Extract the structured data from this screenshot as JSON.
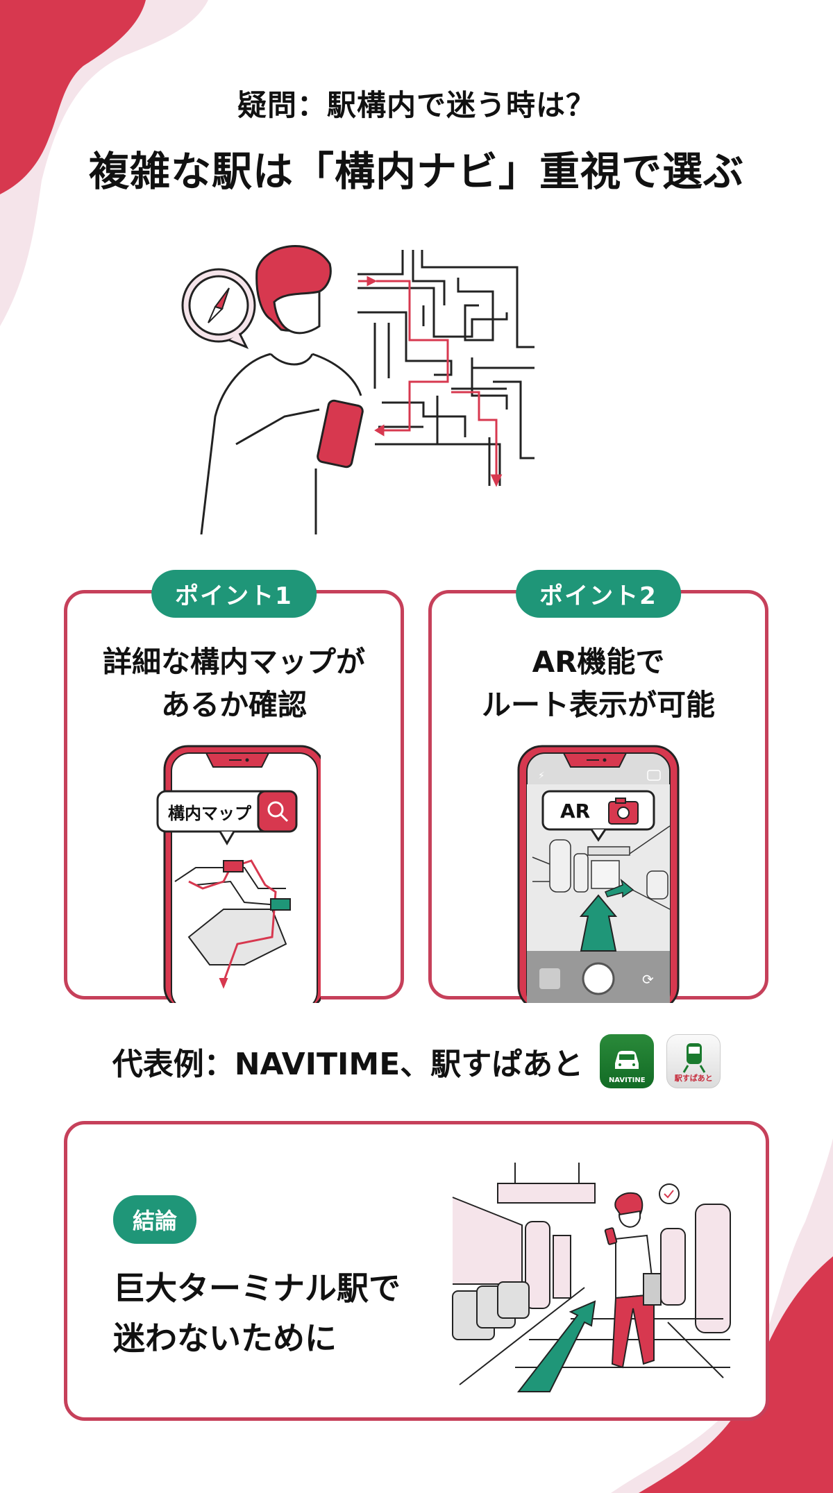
{
  "header": {
    "subtitle": "疑問：駅構内で迷う時は？",
    "title": "複雑な駅は「構内ナビ」重視で選ぶ"
  },
  "hero": {
    "illustration": "person-with-phone-and-maze",
    "icons": [
      "compass-icon",
      "maze-icon",
      "smartphone-icon"
    ]
  },
  "points": [
    {
      "badge": "ポイント1",
      "text_line1": "詳細な構内マップが",
      "text_line2": "あるか確認",
      "phone": {
        "search_label": "構内マップ",
        "search_icon": "search-icon"
      }
    },
    {
      "badge": "ポイント2",
      "text_line1": "AR機能で",
      "text_line2": "ルート表示が可能",
      "phone": {
        "ar_label": "AR",
        "ar_icon": "camera-icon"
      }
    }
  ],
  "examples": {
    "text": "代表例：NAVITIME、駅すぱあと",
    "apps": [
      {
        "name": "NAVITIME",
        "label": "NAVITINE",
        "icon": "car-icon",
        "color": "#1a7a2e"
      },
      {
        "name": "駅すぱあと",
        "label": "駅すぱあと",
        "icon": "train-icon",
        "color": "#1a7a2e"
      }
    ]
  },
  "conclusion": {
    "badge": "結論",
    "text_line1": "巨大ターミナル駅で",
    "text_line2": "迷わないために"
  },
  "colors": {
    "accent_red": "#d7384f",
    "border_red": "#c6405a",
    "light_pink": "#f5e4ea",
    "badge_green": "#1f9678"
  }
}
